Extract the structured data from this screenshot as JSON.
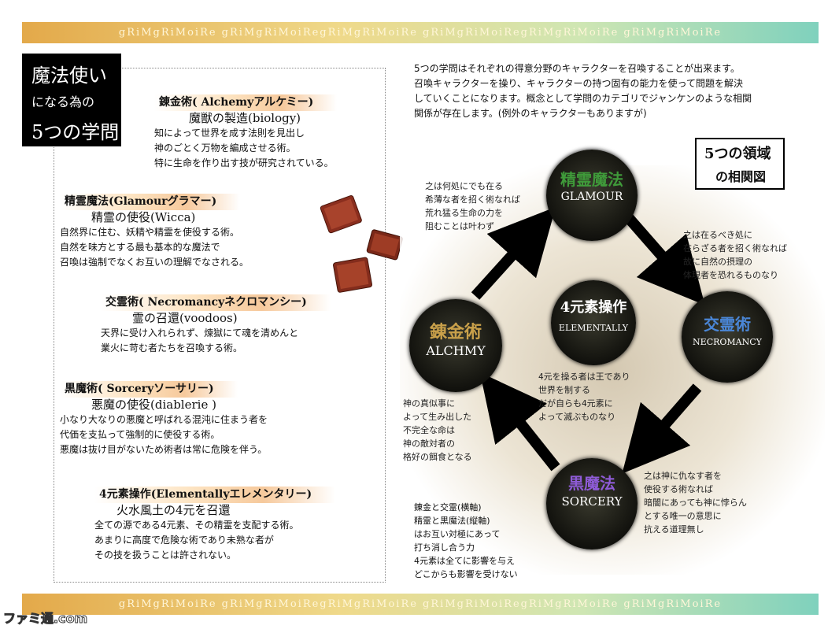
{
  "banner": {
    "text": "gRiMgRiMoiRe  gRiMgRiMoiRegRiMgRiMoiRe  gRiMgRiMoiRegRiMgRiMoiRe  gRiMgRiMoiRe"
  },
  "title": {
    "line1": "魔法使い",
    "line2": "になる為の",
    "line3": "5つの学問"
  },
  "sections": [
    {
      "head": "錬金術( Alchemyアルケミー)",
      "sub": "魔獣の製造(biology)",
      "body": "知によって世界を成す法則を見出し\n神のごとく万物を編成させる術。\n特に生命を作り出す技が研究されている。"
    },
    {
      "head": "精霊魔法(Glamourグラマー)",
      "sub": "精霊の使役(Wicca)",
      "body": "自然界に住む、妖精や精霊を使役する術。\n自然を味方とする最も基本的な魔法で\n召喚は強制でなくお互いの理解でなされる。"
    },
    {
      "head": "交霊術( Necromancyネクロマンシー)",
      "sub": "霊の召還(voodoos)",
      "body": "天界に受け入れられず、煉獄にて魂を清めんと\n業火に苛む者たちを召喚する術。"
    },
    {
      "head": "黒魔術( Sorceryソーサリー)",
      "sub": "悪魔の使役(diablerie )",
      "body": "小なり大なりの悪魔と呼ばれる混沌に住まう者を\n代価を支払って強制的に使役する術。\n悪魔は抜け目がないため術者は常に危険を伴う。"
    },
    {
      "head": "4元素操作(Elementallyエレメンタリー)",
      "sub": "火水風土の4元を召還",
      "body": "全ての源である4元素、その精霊を支配する術。\nあまりに高度で危険な術であり未熟な者が\nその技を扱うことは許されない。"
    }
  ],
  "intro": "5つの学問はそれぞれの得意分野のキャラクターを召喚することが出来ます。\n召喚キャラクターを操り、キャラクターの持つ固有の能力を使って問題を解決\nしていくことになります。概念として学問のカテゴリでジャンケンのような相関\n関係が存在します。(例外のキャラクターもありますが)",
  "correlation_box": {
    "line1": "5つの領域",
    "line2": "の相関図"
  },
  "circles": {
    "glamour": {
      "jp": "精霊魔法",
      "en": "GLAMOUR",
      "color": "#3f9a3a"
    },
    "alchemy": {
      "jp": "錬金術",
      "en": "ALCHMY",
      "color": "#c9a04a"
    },
    "necromancy": {
      "jp": "交霊術",
      "en": "NECROMANCY",
      "color": "#4a86d6"
    },
    "sorcery": {
      "jp": "黒魔法",
      "en": "SORCERY",
      "color": "#8e5bd6"
    },
    "elementally": {
      "jp": "4元素操作",
      "en": "ELEMENTALLY",
      "color": "#ffffff"
    }
  },
  "notes": {
    "glamour": "之は何処にでも在る\n希薄な者を招く術なれば\n荒れ猛る生命の力を\n阻むことは叶わず",
    "necromancy": "之は在るべき処に\n在らざる者を招く術なれば\n故に自然の摂理の\n体現者を恐れるものなり",
    "elementally": "4元を操る者は王であり\n世界を制する\nだが自らも4元素に\nよって滅ぶものなり",
    "alchemy": "神の真似事に\nよって生み出した\n不完全な命は\n神の敵対者の\n格好の餌食となる",
    "sorcery": "之は神に仇なす者を\n使役する術なれば\n暗闇にあっても神に悖らん\nとする唯一の意思に\n抗える道理無し"
  },
  "legend": "錬金と交霊(横軸)\n精霊と黒魔法(縦軸)\nはお互い対極にあって\n打ち消し合う力\n4元素は全てに影響を与え\nどこからも影響を受けない",
  "watermark": "ファミ通.com"
}
